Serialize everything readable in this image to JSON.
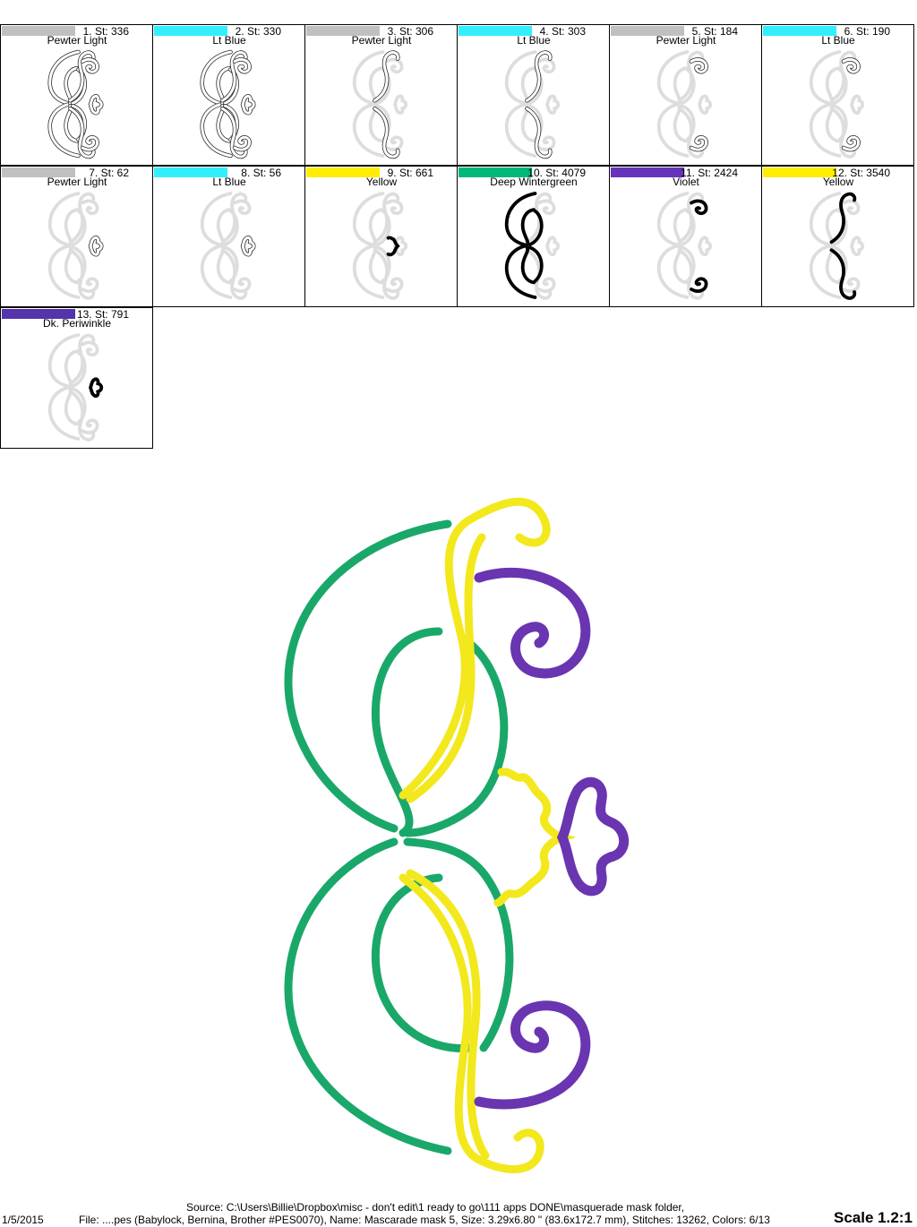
{
  "colors": [
    {
      "label": "1. St: 336",
      "name": "Pewter Light",
      "swatch": "#c0c0c0",
      "part": "outline"
    },
    {
      "label": "2. St: 330",
      "name": "Lt Blue",
      "swatch": "#33eeff",
      "part": "outline"
    },
    {
      "label": "3. St: 306",
      "name": "Pewter Light",
      "swatch": "#c0c0c0",
      "part": "stems"
    },
    {
      "label": "4. St: 303",
      "name": "Lt Blue",
      "swatch": "#33eeff",
      "part": "stems"
    },
    {
      "label": "5. St: 184",
      "name": "Pewter Light",
      "swatch": "#c0c0c0",
      "part": "curls"
    },
    {
      "label": "6. St: 190",
      "name": "Lt Blue",
      "swatch": "#33eeff",
      "part": "curls"
    },
    {
      "label": "7. St: 62",
      "name": "Pewter Light",
      "swatch": "#c0c0c0",
      "part": "knob"
    },
    {
      "label": "8. St: 56",
      "name": "Lt Blue",
      "swatch": "#33eeff",
      "part": "knob"
    },
    {
      "label": "9. St: 661",
      "name": "Yellow",
      "swatch": "#ffee00",
      "part": "zigzag"
    },
    {
      "label": "10. St: 4079",
      "name": "Deep Wintergreen",
      "swatch": "#00b877",
      "part": "frame"
    },
    {
      "label": "11. St: 2424",
      "name": "Violet",
      "swatch": "#6633bb",
      "part": "curls-fill"
    },
    {
      "label": "12. St: 3540",
      "name": "Yellow",
      "swatch": "#ffee00",
      "part": "stems-fill"
    },
    {
      "label": "13. St: 791",
      "name": "Dk. Periwinkle",
      "swatch": "#5533aa",
      "part": "knob-fill"
    }
  ],
  "design_colors": {
    "green": "#1aa86a",
    "yellow": "#f2e81c",
    "violet": "#6a35b0"
  },
  "footer": {
    "source": "Source: C:\\Users\\Billie\\Dropbox\\misc - don't edit\\1 ready to go\\111 apps DONE\\masquerade mask folder,",
    "date": "1/5/2015",
    "file": "File: ....pes (Babylock, Bernina, Brother #PES0070), Name: Mascarade mask 5, Size: 3.29x6.80 \" (83.6x172.7 mm), Stitches: 13262, Colors: 6/13",
    "scale": "Scale 1.2:1"
  }
}
